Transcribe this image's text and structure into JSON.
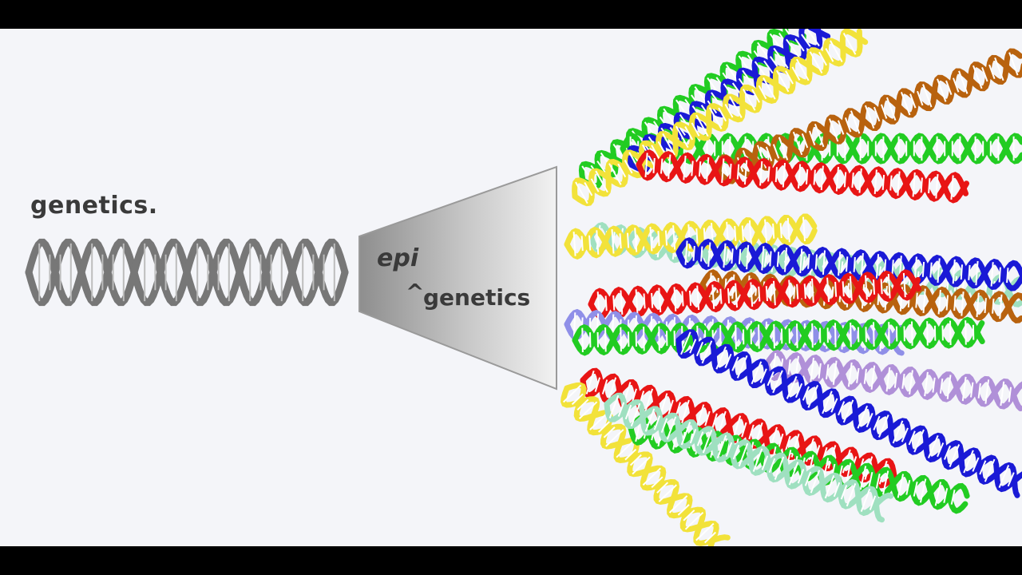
{
  "labels": {
    "genetics_title": "genetics.",
    "epi": "epi",
    "caret": "^",
    "genetics_suffix": "genetics"
  },
  "colors": {
    "background": "#f4f5f9",
    "letterbox": "#000000",
    "text": "#3a3a3a",
    "dna_grey": "#777777",
    "strands": [
      "#22cc22",
      "#1a1ad6",
      "#f2e23a",
      "#b8620e",
      "#9fe0c0",
      "#e81515",
      "#8f8fe8",
      "#b090d8"
    ]
  },
  "icons": {
    "single_dna": "grey-dna-double-helix-icon",
    "funnel": "grey-gradient-funnel-shape",
    "colorful_dna": "multicolor-dna-strands"
  }
}
